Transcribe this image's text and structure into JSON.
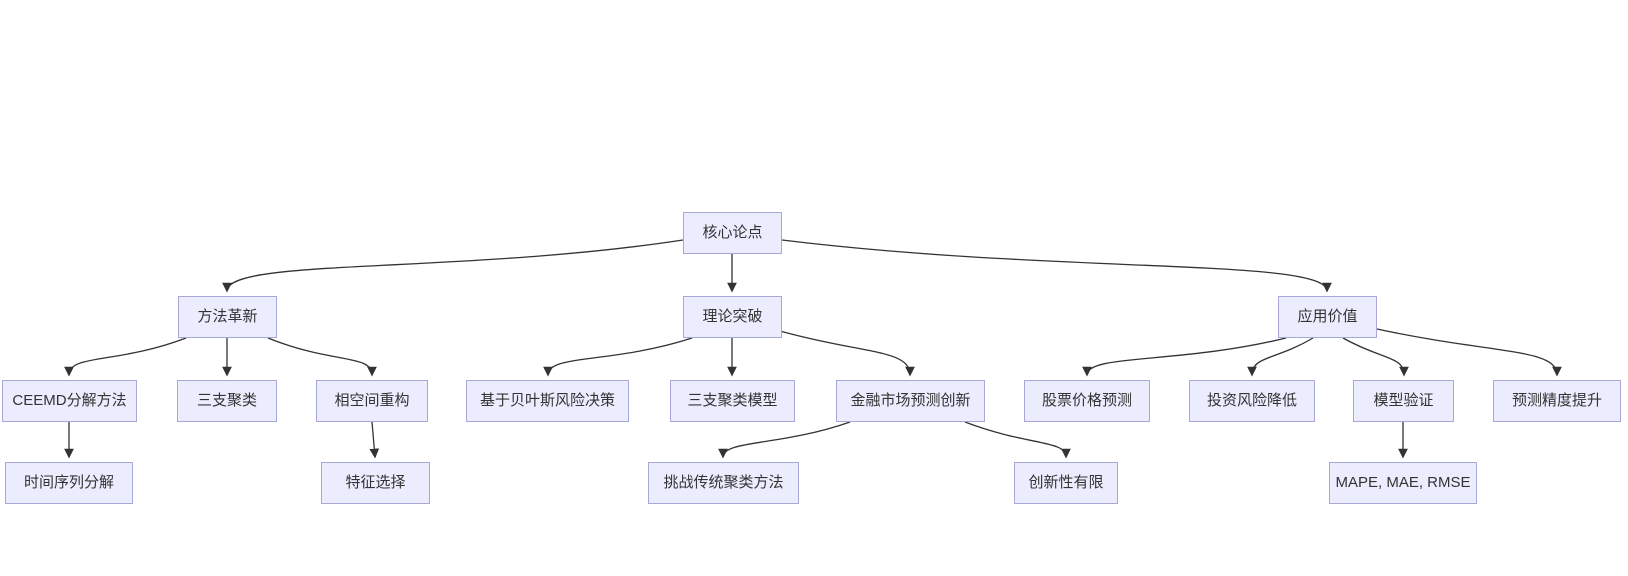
{
  "diagram": {
    "type": "flowchart-top-down",
    "colors": {
      "background": "#FFFFFF",
      "node_fill": "#ECECFF",
      "node_border": "#A8A8D8",
      "edge": "#333333",
      "text": "#333333"
    },
    "nodes": [
      {
        "id": "core",
        "label": "核心论点"
      },
      {
        "id": "method",
        "label": "方法革新"
      },
      {
        "id": "theory",
        "label": "理论突破"
      },
      {
        "id": "application",
        "label": "应用价值"
      },
      {
        "id": "ceemd",
        "label": "CEEMD分解方法"
      },
      {
        "id": "three-way-cluster",
        "label": "三支聚类"
      },
      {
        "id": "phase-space",
        "label": "相空间重构"
      },
      {
        "id": "bayes-risk",
        "label": "基于贝叶斯风险决策"
      },
      {
        "id": "three-way-model",
        "label": "三支聚类模型"
      },
      {
        "id": "finance-innovation",
        "label": "金融市场预测创新"
      },
      {
        "id": "stock-prediction",
        "label": "股票价格预测"
      },
      {
        "id": "risk-reduction",
        "label": "投资风险降低"
      },
      {
        "id": "model-validation",
        "label": "模型验证"
      },
      {
        "id": "precision-gain",
        "label": "预测精度提升"
      },
      {
        "id": "time-series-decomp",
        "label": "时间序列分解"
      },
      {
        "id": "feature-selection",
        "label": "特征选择"
      },
      {
        "id": "challenge-cluster",
        "label": "挑战传统聚类方法"
      },
      {
        "id": "limited-innovation",
        "label": "创新性有限"
      },
      {
        "id": "metrics",
        "label": "MAPE, MAE, RMSE"
      }
    ],
    "edges": [
      {
        "from": "core",
        "to": "method"
      },
      {
        "from": "core",
        "to": "theory"
      },
      {
        "from": "core",
        "to": "application"
      },
      {
        "from": "method",
        "to": "ceemd"
      },
      {
        "from": "method",
        "to": "three-way-cluster"
      },
      {
        "from": "method",
        "to": "phase-space"
      },
      {
        "from": "theory",
        "to": "bayes-risk"
      },
      {
        "from": "theory",
        "to": "three-way-model"
      },
      {
        "from": "theory",
        "to": "finance-innovation"
      },
      {
        "from": "application",
        "to": "stock-prediction"
      },
      {
        "from": "application",
        "to": "risk-reduction"
      },
      {
        "from": "application",
        "to": "model-validation"
      },
      {
        "from": "application",
        "to": "precision-gain"
      },
      {
        "from": "ceemd",
        "to": "time-series-decomp"
      },
      {
        "from": "phase-space",
        "to": "feature-selection"
      },
      {
        "from": "finance-innovation",
        "to": "challenge-cluster"
      },
      {
        "from": "finance-innovation",
        "to": "limited-innovation"
      },
      {
        "from": "model-validation",
        "to": "metrics"
      }
    ]
  }
}
